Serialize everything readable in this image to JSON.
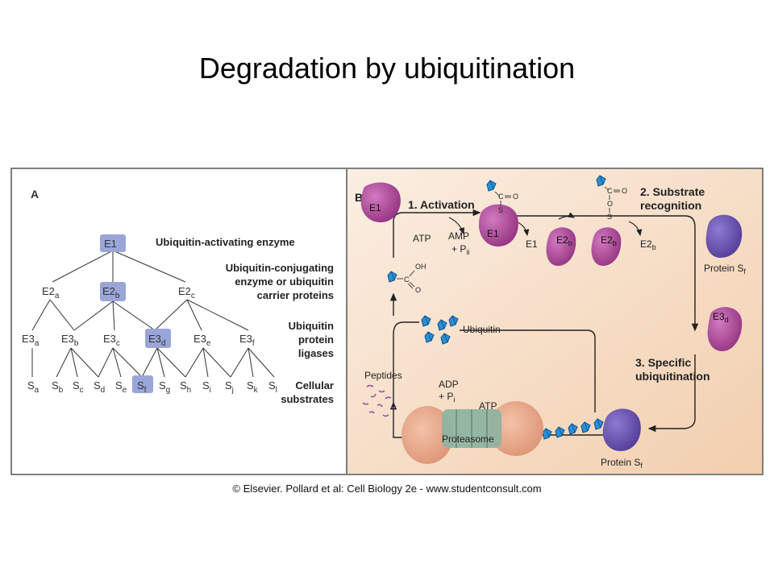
{
  "title": "Degradation by ubiquitination",
  "footer": "© Elsevier. Pollard et al: Cell Biology 2e - www.studentconsult.com",
  "colors": {
    "panel_b_bg": "#f6dcc4",
    "highlight_box": "#9aa6d8",
    "enzyme_purple": "#a83e90",
    "substrate_blue": "#6a55a8",
    "ubiquitin_blue": "#1e7fc7",
    "proteasome_orange": "#e8a98a",
    "proteasome_green": "#8fb3a0"
  },
  "panel_a": {
    "label": "A",
    "e1": "E1",
    "e2": [
      {
        "base": "E2",
        "sub": "a"
      },
      {
        "base": "E2",
        "sub": "b"
      },
      {
        "base": "E2",
        "sub": "c"
      }
    ],
    "e3": [
      {
        "base": "E3",
        "sub": "a"
      },
      {
        "base": "E3",
        "sub": "b"
      },
      {
        "base": "E3",
        "sub": "c"
      },
      {
        "base": "E3",
        "sub": "d"
      },
      {
        "base": "E3",
        "sub": "e"
      },
      {
        "base": "E3",
        "sub": "f"
      }
    ],
    "substrates": [
      {
        "base": "S",
        "sub": "a"
      },
      {
        "base": "S",
        "sub": "b"
      },
      {
        "base": "S",
        "sub": "c"
      },
      {
        "base": "S",
        "sub": "d"
      },
      {
        "base": "S",
        "sub": "e"
      },
      {
        "base": "S",
        "sub": "f"
      },
      {
        "base": "S",
        "sub": "g"
      },
      {
        "base": "S",
        "sub": "h"
      },
      {
        "base": "S",
        "sub": "i"
      },
      {
        "base": "S",
        "sub": "j"
      },
      {
        "base": "S",
        "sub": "k"
      },
      {
        "base": "S",
        "sub": "l"
      }
    ],
    "legend": {
      "activating": "Ubiquitin-activating enzyme",
      "conjugating": [
        "Ubiquitin-conjugating",
        "enzyme or ubiquitin",
        "carrier proteins"
      ],
      "ligases": [
        "Ubiquitin",
        "protein",
        "ligases"
      ],
      "substrates": [
        "Cellular",
        "substrates"
      ]
    }
  },
  "panel_b": {
    "label": "B",
    "step1": "1. Activation",
    "step2": [
      "2. Substrate",
      "recognition"
    ],
    "step3": [
      "3. Specific",
      "ubiquitination"
    ],
    "e1": "E1",
    "atp": "ATP",
    "amp": "AMP",
    "pi": [
      "+ P",
      "ii"
    ],
    "e2b": {
      "base": "E2",
      "sub": "b"
    },
    "e3d": {
      "base": "E3",
      "sub": "d"
    },
    "protein_sf": {
      "base": "Protein S",
      "sub": "f"
    },
    "ubiquitin": "Ubiquitin",
    "peptides": "Peptides",
    "adp": "ADP",
    "pi2": [
      "+ P",
      "i"
    ],
    "atp2": "ATP",
    "proteasome": "Proteasome",
    "chem": {
      "c": "C",
      "o": "O",
      "s": "S",
      "oh": "OH"
    }
  }
}
